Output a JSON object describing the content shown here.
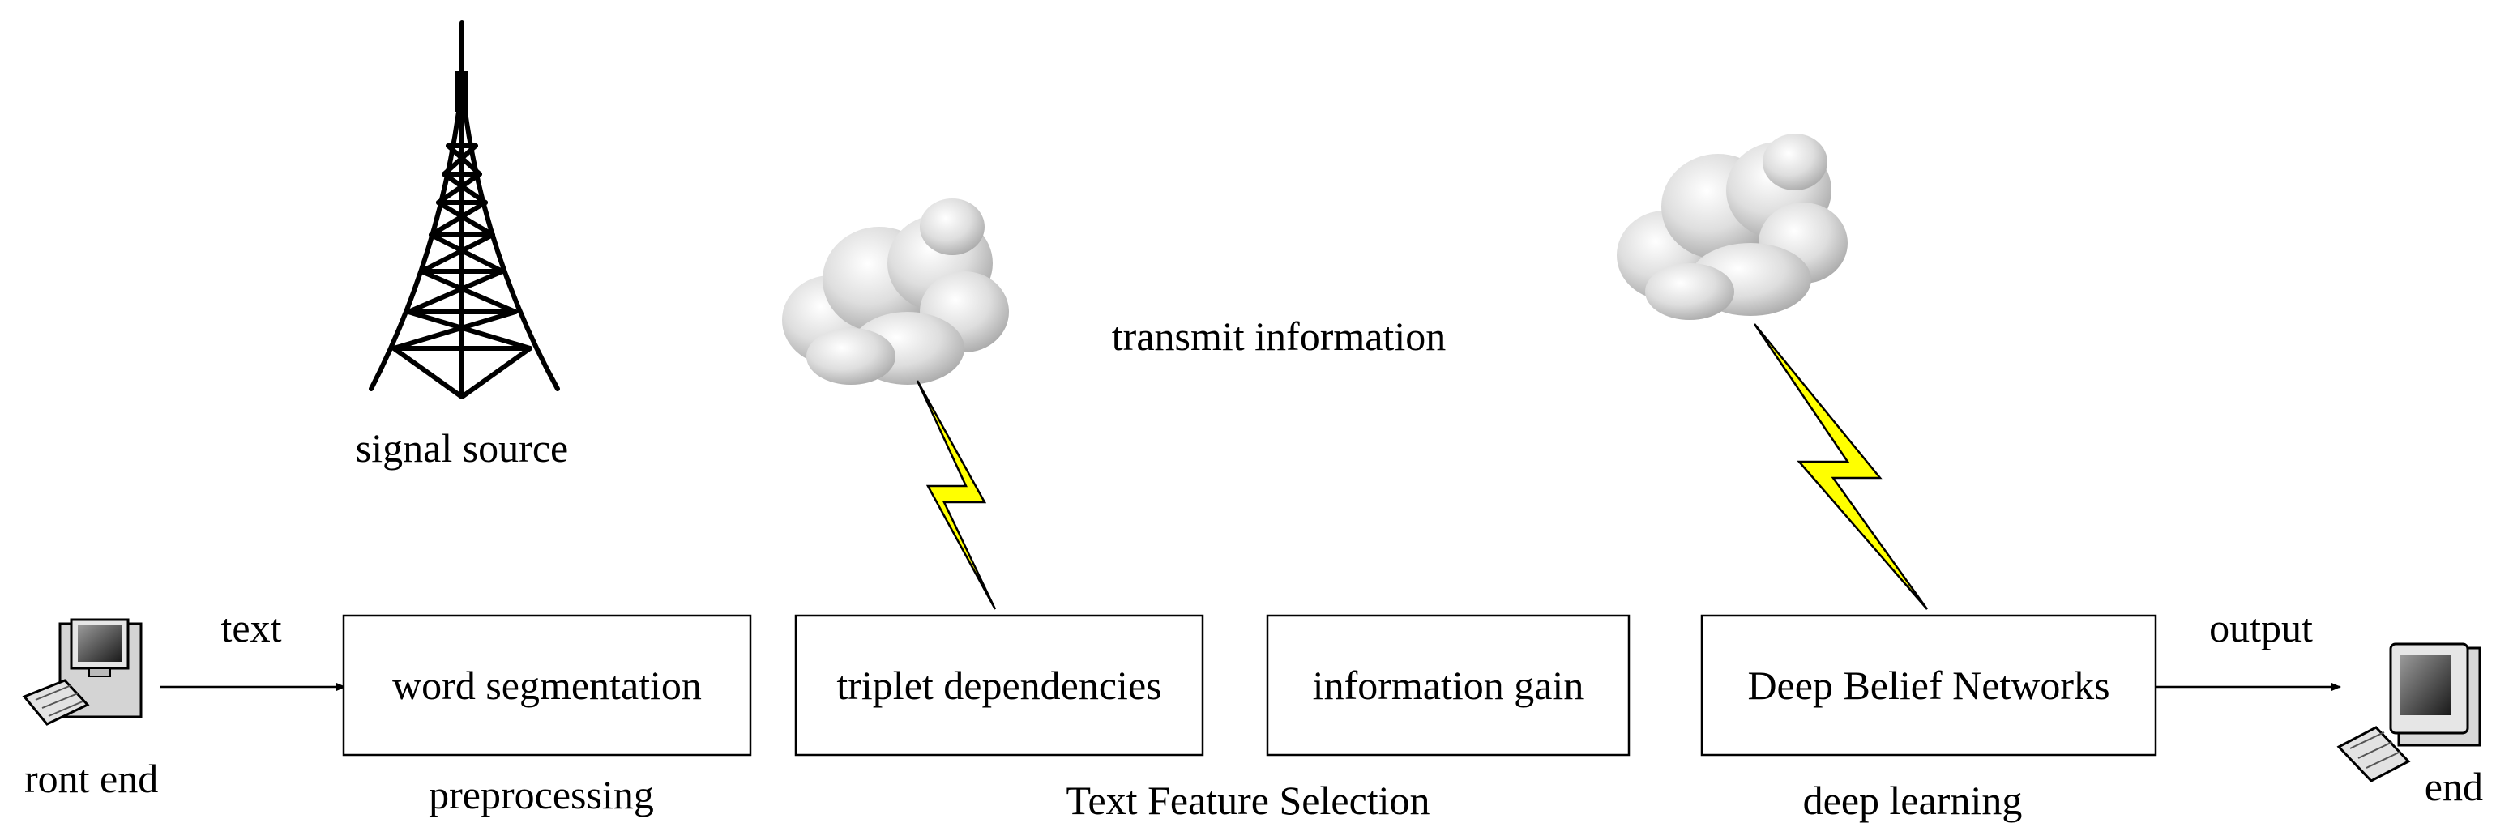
{
  "front_end_label": "ront end",
  "back_end_label": "end",
  "edges": {
    "input_label": "text",
    "output_label": "output"
  },
  "signal_source": {
    "label": "signal source"
  },
  "transmit_label": "transmit information",
  "boxes": [
    {
      "label": "word segmentation"
    },
    {
      "label": "triplet dependencies"
    },
    {
      "label": "information gain"
    },
    {
      "label": "Deep Belief Networks"
    }
  ],
  "stage_captions": {
    "preprocessing": "preprocessing",
    "feature_selection": "Text Feature Selection",
    "deep_learning": "deep learning"
  },
  "colors": {
    "lightning": "#ffff00",
    "stroke": "#000000",
    "cloud_light": "#f4f4f4",
    "cloud_dark": "#b9b9b9"
  },
  "icons": [
    "computer-icon",
    "transmission-tower-icon",
    "cloud-icon",
    "lightning-bolt-icon",
    "arrow"
  ]
}
